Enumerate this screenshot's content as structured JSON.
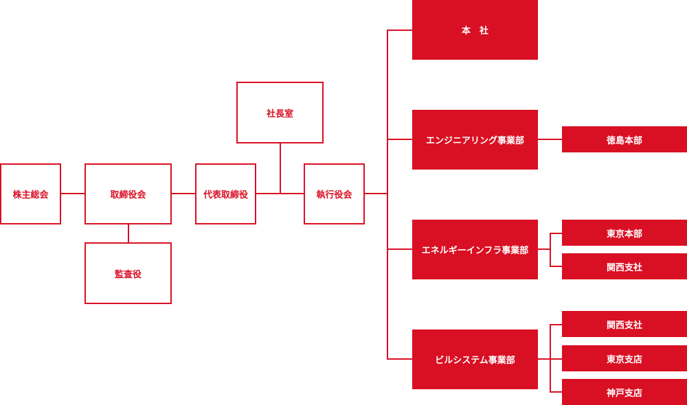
{
  "org": {
    "shareholders": "株主総会",
    "board": "取締役会",
    "auditor": "監査役",
    "president": "代表取締役",
    "president_office": "社長室",
    "executive": "執行役会",
    "head_office": "本　社",
    "engineering": "エンジニアリング事業部",
    "engineering_sub": [
      "徳島本部"
    ],
    "energy": "エネルギーインフラ事業部",
    "energy_sub": [
      "東京本部",
      "関西支社"
    ],
    "building": "ビルシステム事業部",
    "building_sub": [
      "関西支社",
      "東京支店",
      "神戸支店"
    ]
  },
  "colors": {
    "accent": "#d90f23",
    "background": "#ffffff"
  }
}
